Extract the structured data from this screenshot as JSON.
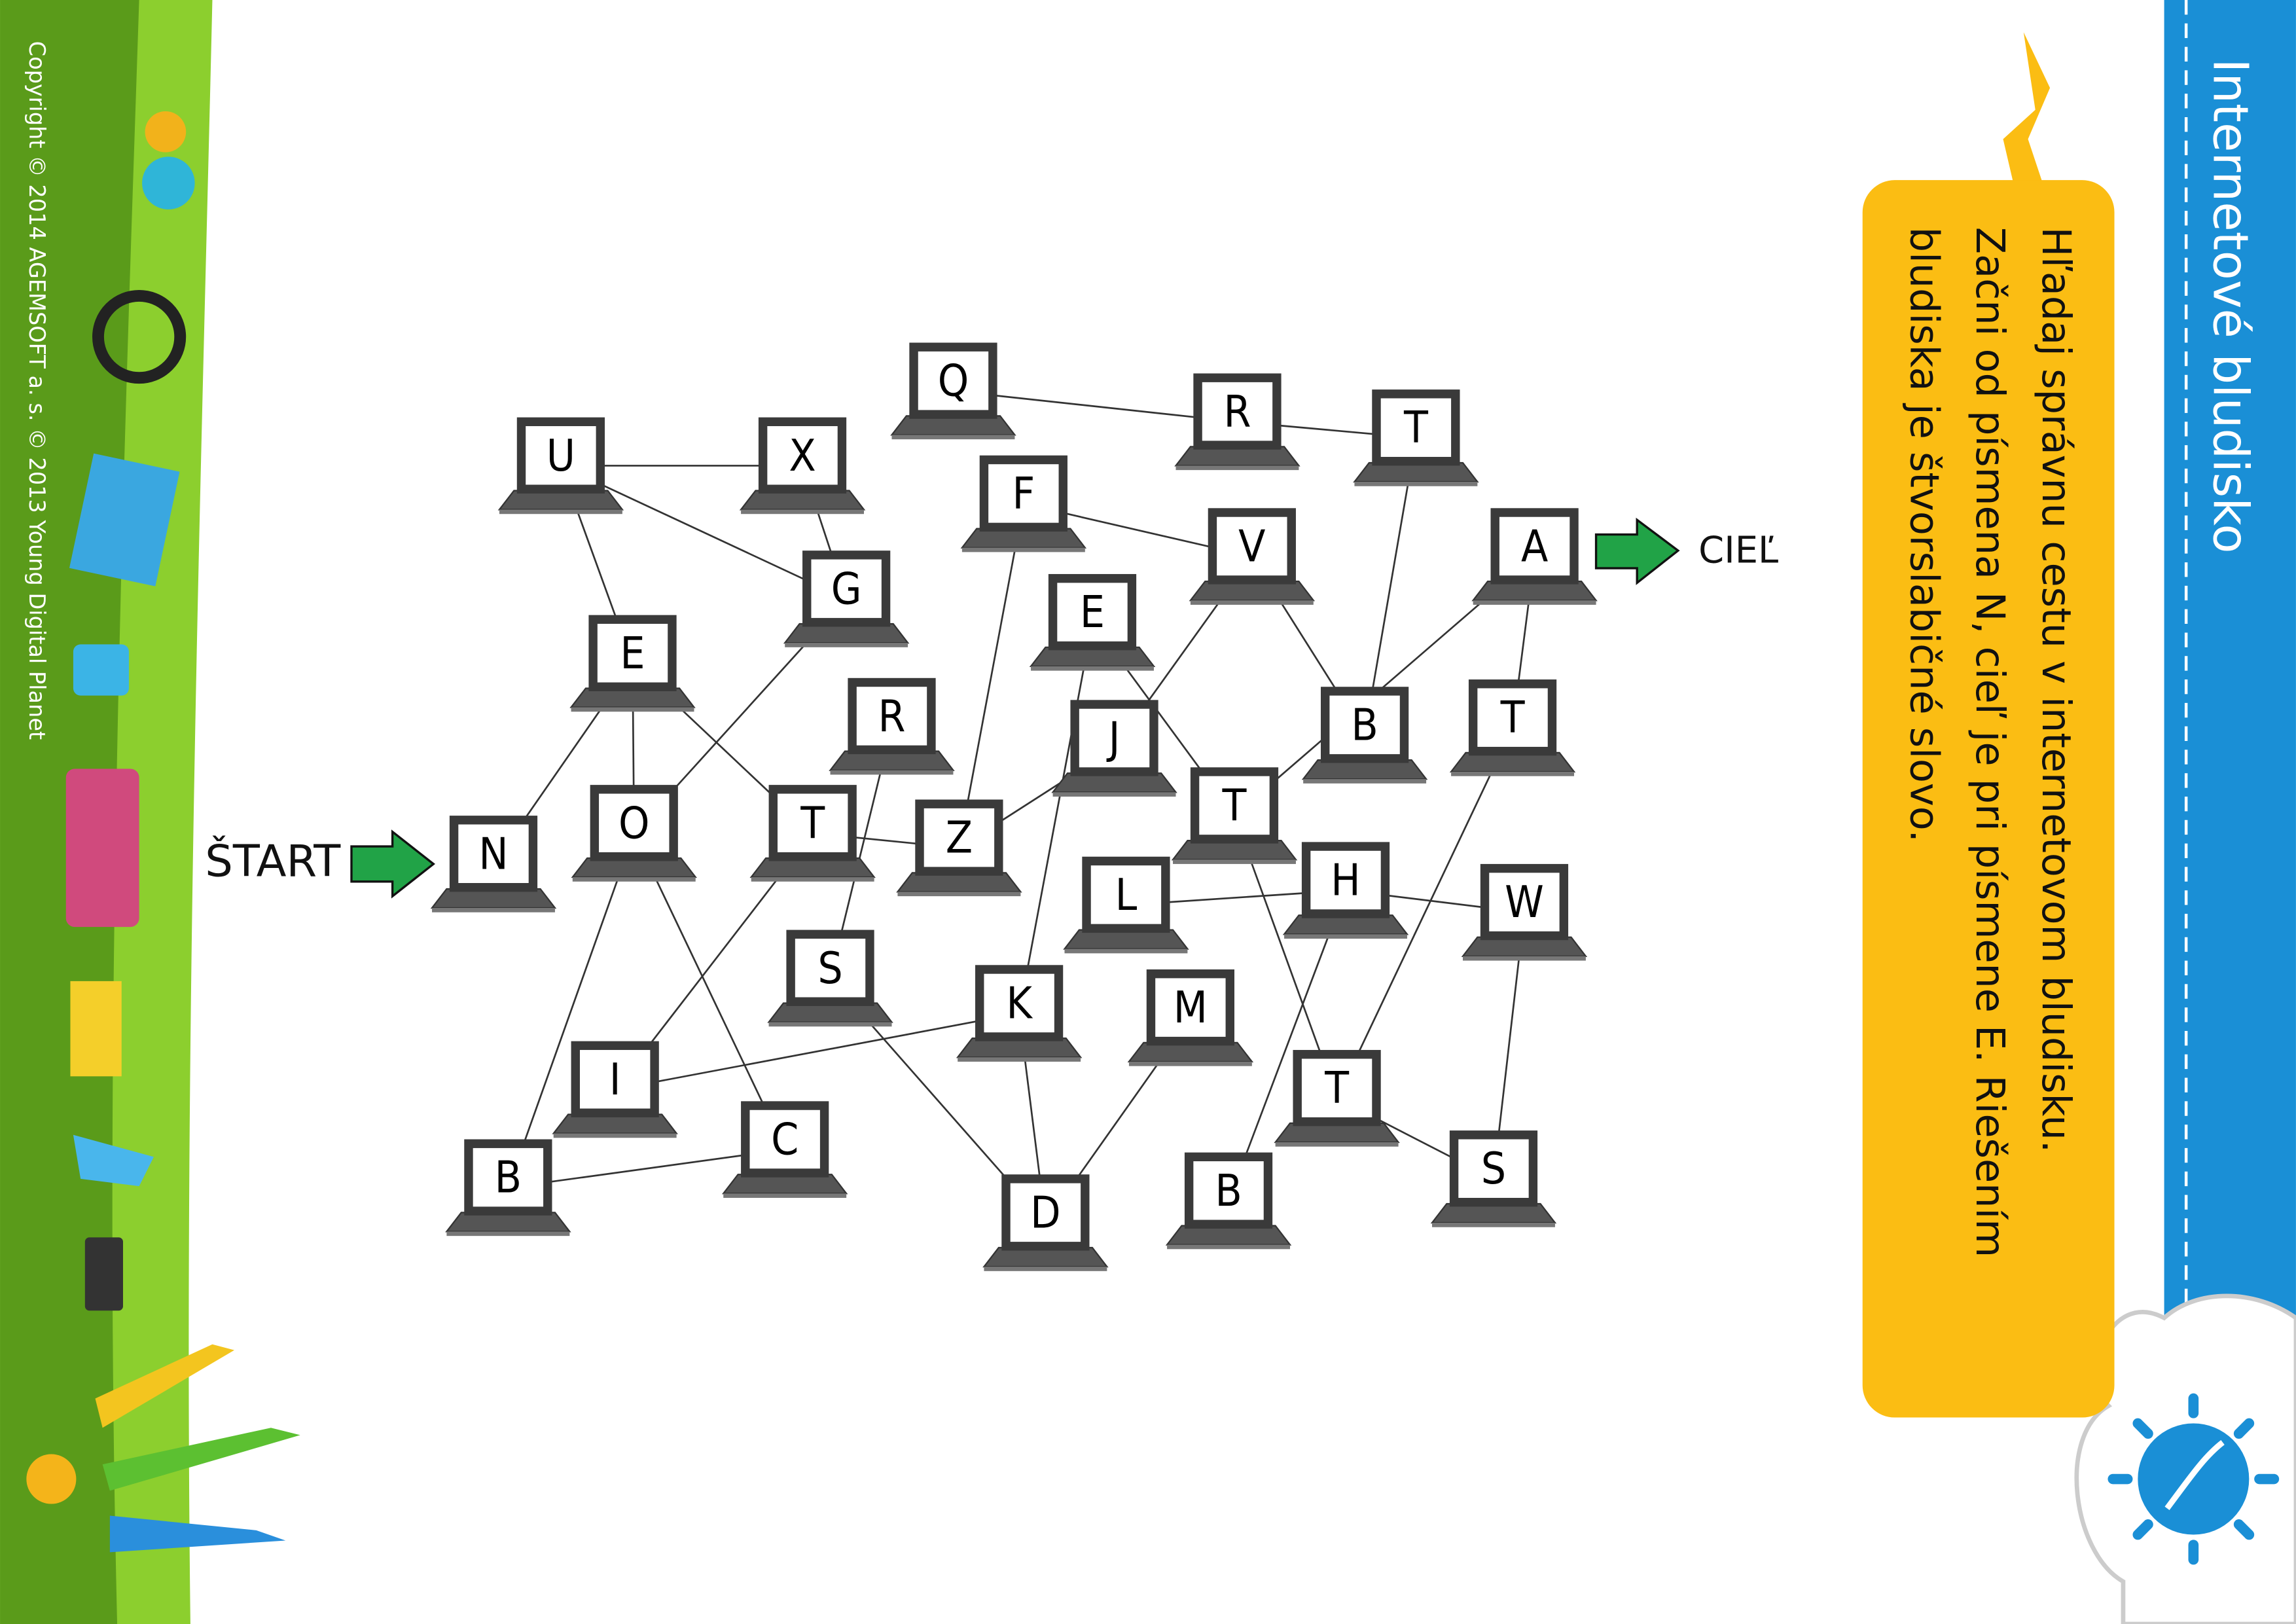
{
  "title": "Internetové bludisko",
  "instructions": [
    "Hľadaj správnu cestu v internetovom bludisku.",
    "Začni od písmena N, cieľ je pri písmene E. Riešením",
    "bludiska je štvorslabičné slovo."
  ],
  "copyright": "Copyright © 2014 AGEMSOFT a. s. © 2013 Young Digital Planet",
  "start_label": "ŠTART",
  "goal_label": "CIEĽ",
  "colors": {
    "blue": "#1a8fd6",
    "yellow": "#fbbd13",
    "green": "#5aa61d",
    "arrow": "#21a347"
  },
  "maze": {
    "nodes": [
      {
        "id": "U",
        "letter": "U"
      },
      {
        "id": "X",
        "letter": "X"
      },
      {
        "id": "Q",
        "letter": "Q"
      },
      {
        "id": "R1",
        "letter": "R"
      },
      {
        "id": "T1",
        "letter": "T"
      },
      {
        "id": "F",
        "letter": "F"
      },
      {
        "id": "V",
        "letter": "V"
      },
      {
        "id": "A",
        "letter": "A"
      },
      {
        "id": "G",
        "letter": "G"
      },
      {
        "id": "E1",
        "letter": "E"
      },
      {
        "id": "E2",
        "letter": "E"
      },
      {
        "id": "R2",
        "letter": "R"
      },
      {
        "id": "J",
        "letter": "J"
      },
      {
        "id": "B1",
        "letter": "B"
      },
      {
        "id": "T2",
        "letter": "T"
      },
      {
        "id": "N",
        "letter": "N"
      },
      {
        "id": "O",
        "letter": "O"
      },
      {
        "id": "T3",
        "letter": "T"
      },
      {
        "id": "Z",
        "letter": "Z"
      },
      {
        "id": "T4",
        "letter": "T"
      },
      {
        "id": "L",
        "letter": "L"
      },
      {
        "id": "H",
        "letter": "H"
      },
      {
        "id": "W",
        "letter": "W"
      },
      {
        "id": "S1",
        "letter": "S"
      },
      {
        "id": "K",
        "letter": "K"
      },
      {
        "id": "M",
        "letter": "M"
      },
      {
        "id": "I",
        "letter": "I"
      },
      {
        "id": "C",
        "letter": "C"
      },
      {
        "id": "T5",
        "letter": "T"
      },
      {
        "id": "B2",
        "letter": "B"
      },
      {
        "id": "D",
        "letter": "D"
      },
      {
        "id": "B3",
        "letter": "B"
      },
      {
        "id": "S2",
        "letter": "S"
      }
    ],
    "edges": [
      [
        "U",
        "X"
      ],
      [
        "U",
        "G"
      ],
      [
        "U",
        "E1"
      ],
      [
        "X",
        "G"
      ],
      [
        "Q",
        "R1"
      ],
      [
        "R1",
        "T1"
      ],
      [
        "T1",
        "B1"
      ],
      [
        "F",
        "V"
      ],
      [
        "F",
        "Z"
      ],
      [
        "V",
        "J"
      ],
      [
        "V",
        "B1"
      ],
      [
        "A",
        "T4"
      ],
      [
        "A",
        "T2"
      ],
      [
        "E2",
        "T4"
      ],
      [
        "E2",
        "K"
      ],
      [
        "G",
        "O"
      ],
      [
        "E1",
        "N"
      ],
      [
        "E1",
        "O"
      ],
      [
        "E1",
        "T3"
      ],
      [
        "T3",
        "Z"
      ],
      [
        "R2",
        "S1"
      ],
      [
        "J",
        "Z"
      ],
      [
        "O",
        "B2"
      ],
      [
        "O",
        "C"
      ],
      [
        "T3",
        "I"
      ],
      [
        "L",
        "H"
      ],
      [
        "H",
        "W"
      ],
      [
        "H",
        "B3"
      ],
      [
        "T4",
        "T5"
      ],
      [
        "T2",
        "T5"
      ],
      [
        "W",
        "S2"
      ],
      [
        "T5",
        "S2"
      ],
      [
        "S1",
        "D"
      ],
      [
        "K",
        "I"
      ],
      [
        "K",
        "D"
      ],
      [
        "M",
        "D"
      ],
      [
        "C",
        "B2"
      ]
    ]
  }
}
